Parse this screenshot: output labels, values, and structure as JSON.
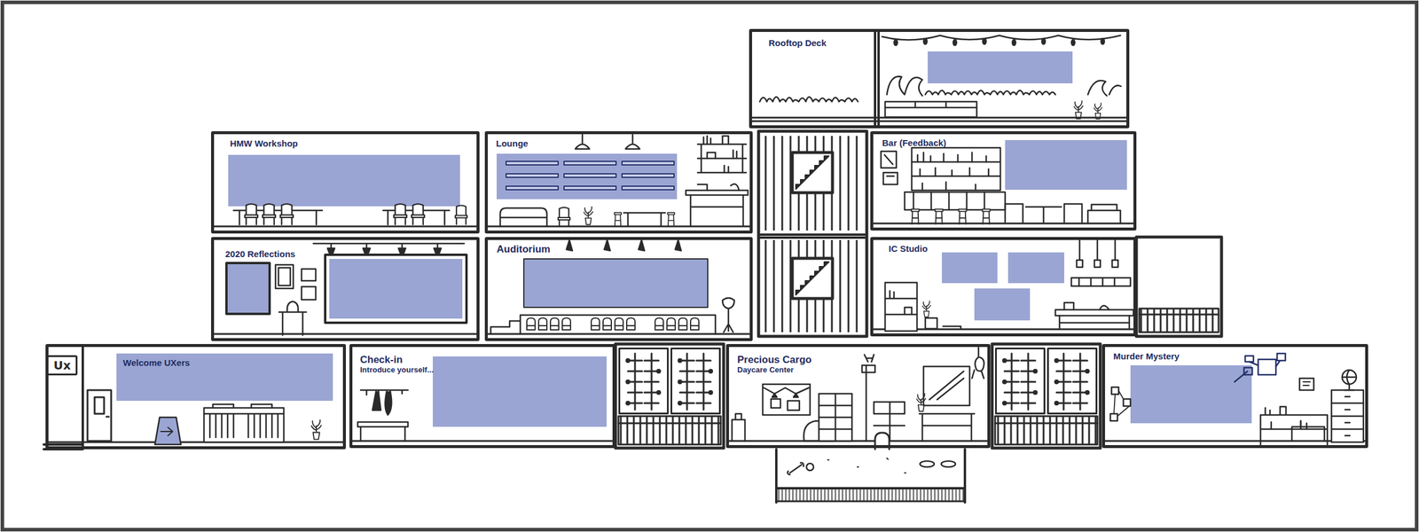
{
  "diagram": {
    "nodes": [
      {
        "text": [
          "Rooftop Deck"
        ]
      },
      {
        "text": [
          "HMW Workshop"
        ]
      },
      {
        "text": [
          "Lounge"
        ]
      },
      {
        "text": [
          "Bar (Feedback)"
        ]
      },
      {
        "text": [
          "2020 Reflections"
        ]
      },
      {
        "text": [
          "Auditorium"
        ]
      },
      {
        "text": [
          "IC Studio"
        ]
      },
      {
        "text": [
          "Welcome UXers"
        ]
      },
      {
        "text": [
          "Check-in",
          "Introduce yourself..."
        ]
      },
      {
        "text": [
          "Precious Cargo",
          "Daycare Center"
        ]
      },
      {
        "text": [
          "Murder Mystery"
        ]
      }
    ],
    "labels": [
      "Ux"
    ]
  }
}
